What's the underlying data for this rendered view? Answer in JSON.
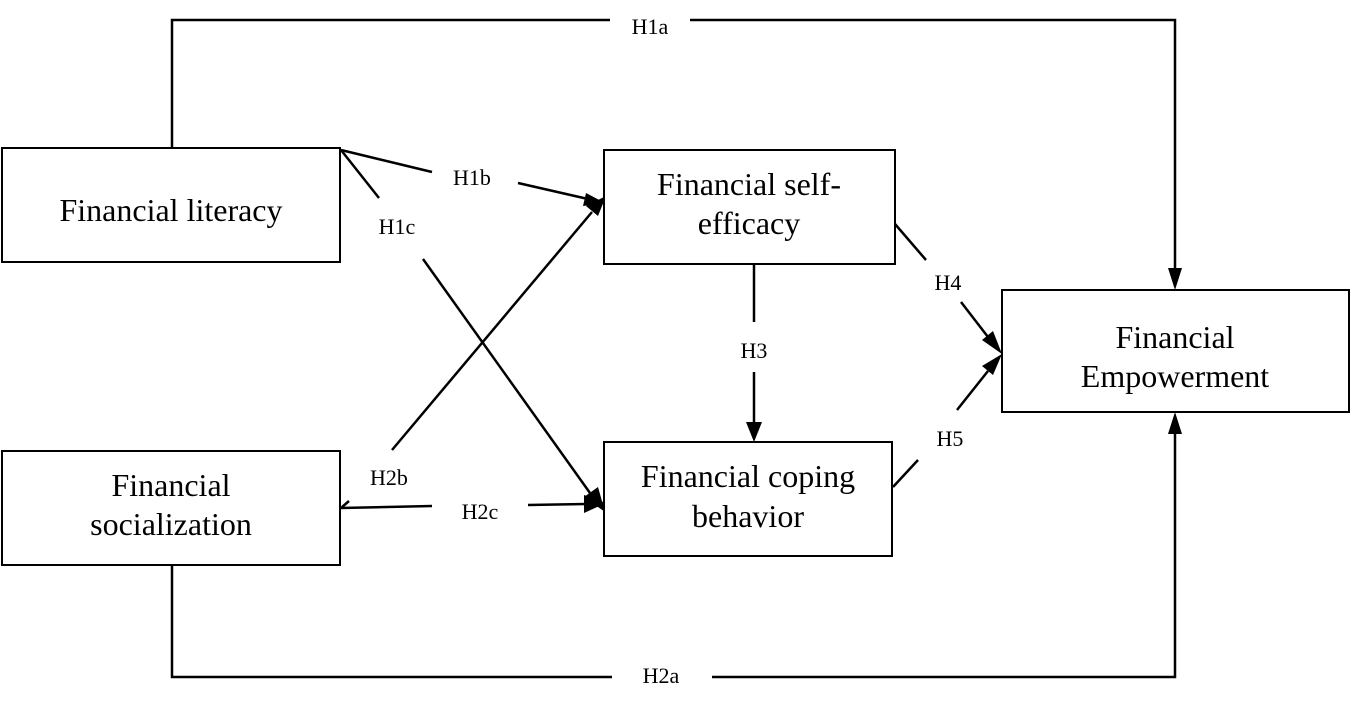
{
  "nodes": {
    "literacy": {
      "lines": [
        "Financial literacy"
      ]
    },
    "socialization": {
      "lines": [
        "Financial",
        "socialization"
      ]
    },
    "self_efficacy": {
      "lines": [
        "Financial self-",
        "efficacy"
      ]
    },
    "coping": {
      "lines": [
        "Financial coping",
        "behavior"
      ]
    },
    "empowerment": {
      "lines": [
        "Financial",
        "Empowerment"
      ]
    }
  },
  "edges": {
    "h1a": "H1a",
    "h1b": "H1b",
    "h1c": "H1c",
    "h2a": "H2a",
    "h2b": "H2b",
    "h2c": "H2c",
    "h3": "H3",
    "h4": "H4",
    "h5": "H5"
  }
}
